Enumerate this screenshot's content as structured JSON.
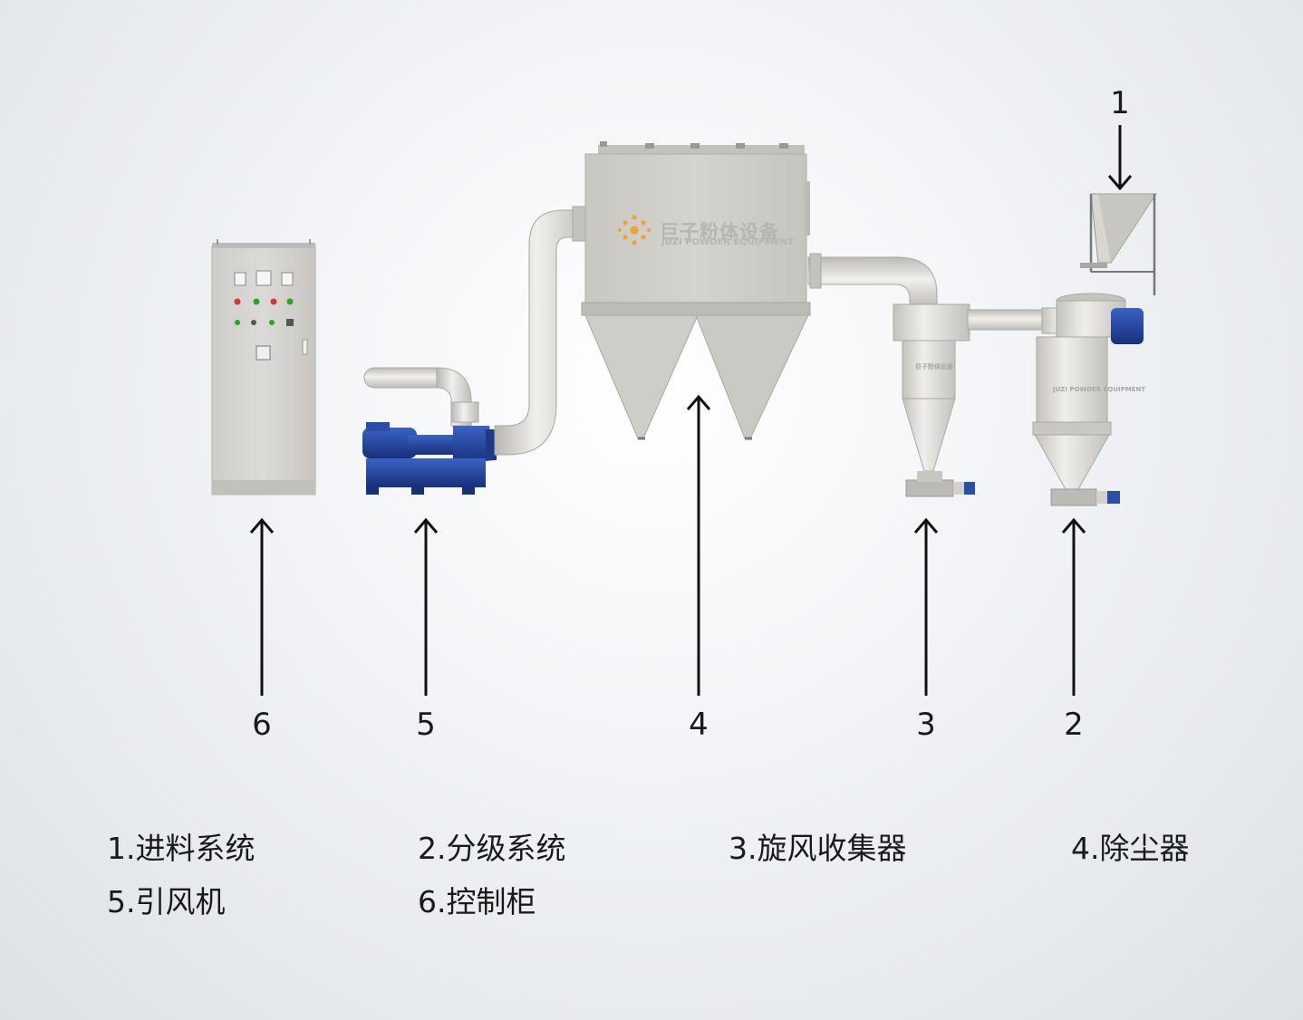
{
  "callouts": [
    {
      "id": "1",
      "label": "1"
    },
    {
      "id": "2",
      "label": "2"
    },
    {
      "id": "3",
      "label": "3"
    },
    {
      "id": "4",
      "label": "4"
    },
    {
      "id": "5",
      "label": "5"
    },
    {
      "id": "6",
      "label": "6"
    }
  ],
  "legend": [
    "1.进料系统",
    "2.分级系统",
    "3.旋风收集器",
    "4.除尘器",
    "5.引风机",
    "6.控制柜"
  ],
  "brand": {
    "name_cn": "巨子粉体设备",
    "name_en": "JUZI POWDER EQUIPMENT"
  },
  "colors": {
    "equipment": "#cfcdc8",
    "motor": "#1f3f8f",
    "arrow": "#111111",
    "logo": "#f3a21d"
  }
}
